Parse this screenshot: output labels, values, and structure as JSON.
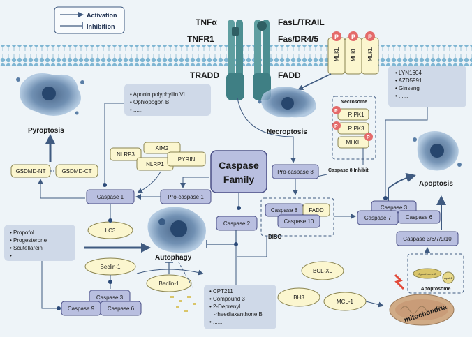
{
  "legend": {
    "activation": "Activation",
    "inhibition": "Inhibition"
  },
  "receptors": {
    "tnfa": "TNFα",
    "tnfr1": "TNFR1",
    "tradd": "TRADD",
    "fasl": "FasL/TRAIL",
    "fasdr": "Fas/DR4/5",
    "fadd": "FADD"
  },
  "mlkl": {
    "label": "MLKL",
    "p": "P"
  },
  "center": {
    "line1": "Caspase",
    "line2": "Family"
  },
  "pyroptosis": {
    "title": "Pyroptosis",
    "inhibitors": [
      "Aponin polyphyllin VI",
      "Ophiopogon B",
      "......"
    ],
    "gsdmd_nt": "GSDMD-NT",
    "gsdmd_ct": "GSDMD-CT",
    "caspase1": "Caspase 1",
    "inflammasome": [
      "NLRP3",
      "AIM2",
      "NLRP1",
      "PYRIN"
    ],
    "procaspase1": "Pro-caspase 1"
  },
  "necroptosis": {
    "title": "Necroptosis",
    "necrosome": "Necrosome",
    "components": [
      "RIPK1",
      "RIPK3",
      "MLKL"
    ],
    "caspase8_inhibit": "Caspase 8 Inhibit"
  },
  "extrinsic": {
    "procaspase8": "Pro-caspase 8",
    "caspase8": "Caspase 8",
    "fadd": "FADD",
    "caspase10": "Caspase 10",
    "disc": "DISC"
  },
  "autophagy": {
    "title": "Autophagy",
    "lc3": "LC3",
    "beclin1": "Beclin-1",
    "beclin1_cleaved": "Beclin-1",
    "caspase2": "Caspase 2",
    "caspase3": "Caspase 3",
    "caspase6": "Caspase 6",
    "caspase9": "Caspase 9",
    "left_inhibitors": [
      "Propofol",
      "Progesterone",
      "Scutellarein",
      "......"
    ],
    "bottom_inhibitors": [
      "CPT211",
      "Compound 3",
      "2-Deprenyl",
      "-rheediaxanthone B",
      "......"
    ]
  },
  "apoptosis": {
    "title": "Apoptosis",
    "inhibitors": [
      "LYN1604",
      "AZD5991",
      "Ginseng",
      "......"
    ],
    "caspase3": "Caspase 3",
    "caspase7": "Caspase 7",
    "caspase6": "Caspase 6",
    "caspase_group": "Caspase 3/6/7/9/10",
    "apoptosome": "Apoptosome",
    "cytochrome": "Cytochrome C",
    "apaf1": "Apaf-1",
    "bclxl": "BCL-XL",
    "bh3": "BH3",
    "mcl1": "MCL-1",
    "mitochondria": "mitochondria"
  },
  "colors": {
    "node_fill": "#b9bfe0",
    "node_stroke": "#4a4f86",
    "beige": "#fbf6cf",
    "arrow": "#3f5a80",
    "teal": "#6aa9ab",
    "red": "#e46a6a"
  }
}
